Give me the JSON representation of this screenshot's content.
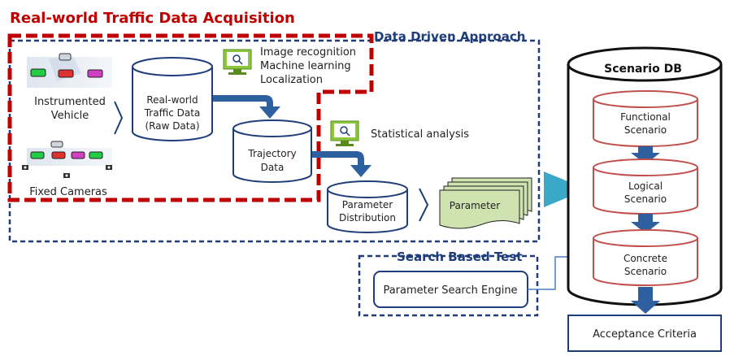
{
  "titles": {
    "acquisition": "Real-world Traffic Data Acquisition",
    "data_driven": "Data Driven Approach",
    "search_based": "Search Based Test",
    "scenario_db": "Scenario DB"
  },
  "sources": {
    "instrumented_line1": "Instrumented",
    "instrumented_line2": "Vehicle",
    "fixed_cameras": "Fixed Cameras"
  },
  "storage": {
    "raw_line1": "Real-world",
    "raw_line2": "Traffic Data",
    "raw_line3": "(Raw Data)",
    "traj_line1": "Trajectory",
    "traj_line2": "Data",
    "param_dist_line1": "Parameter",
    "param_dist_line2": "Distribution"
  },
  "processing": {
    "line1": "Image recognition",
    "line2": "Machine learning",
    "line3": "Localization",
    "statistical": "Statistical analysis"
  },
  "parameter_doc": "Parameter",
  "search_engine": "Parameter Search Engine",
  "scenarios": {
    "functional_line1": "Functional",
    "functional_line2": "Scenario",
    "logical_line1": "Logical",
    "logical_line2": "Scenario",
    "concrete_line1": "Concrete",
    "concrete_line2": "Scenario"
  },
  "acceptance": "Acceptance Criteria",
  "colors": {
    "red": "#c00000",
    "navy": "#1f3d7a",
    "blue_arrow": "#2e5f9e",
    "teal_arrow": "#3aa9c7",
    "paper_green": "#cfe3b1",
    "scenario_border": "#c0504d"
  }
}
